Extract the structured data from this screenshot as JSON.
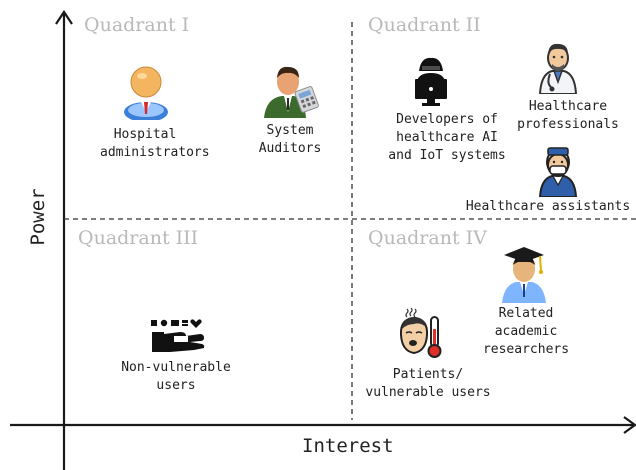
{
  "axes": {
    "x_label": "Interest",
    "y_label": "Power"
  },
  "quadrants": {
    "q1": "Quadrant I",
    "q2": "Quadrant II",
    "q3": "Quadrant III",
    "q4": "Quadrant IV"
  },
  "stakeholders": {
    "hospital_admins": {
      "line1": "Hospital",
      "line2": "administrators",
      "icon": "businessman-icon"
    },
    "system_auditors": {
      "line1": "System",
      "line2": "Auditors",
      "icon": "auditor-icon"
    },
    "developers": {
      "line1": "Developers of",
      "line2": "healthcare AI",
      "line3": "and IoT systems",
      "icon": "developer-icon"
    },
    "professionals": {
      "line1": "Healthcare",
      "line2": "professionals",
      "icon": "doctor-icon"
    },
    "assistants": {
      "line1": "Healthcare assistants",
      "icon": "nurse-icon"
    },
    "non_vulnerable": {
      "line1": "Non-vulnerable",
      "line2": "users",
      "icon": "hand-device-icon"
    },
    "researchers": {
      "line1": "Related",
      "line2": "academic",
      "line3": "researchers",
      "icon": "graduate-icon"
    },
    "patients": {
      "line1": "Patients/",
      "line2": "vulnerable users",
      "icon": "sick-patient-icon"
    }
  },
  "colors": {
    "axis": "#1a1a1a",
    "divider": "#333333",
    "quadrant_title": "#b9b9b9"
  }
}
